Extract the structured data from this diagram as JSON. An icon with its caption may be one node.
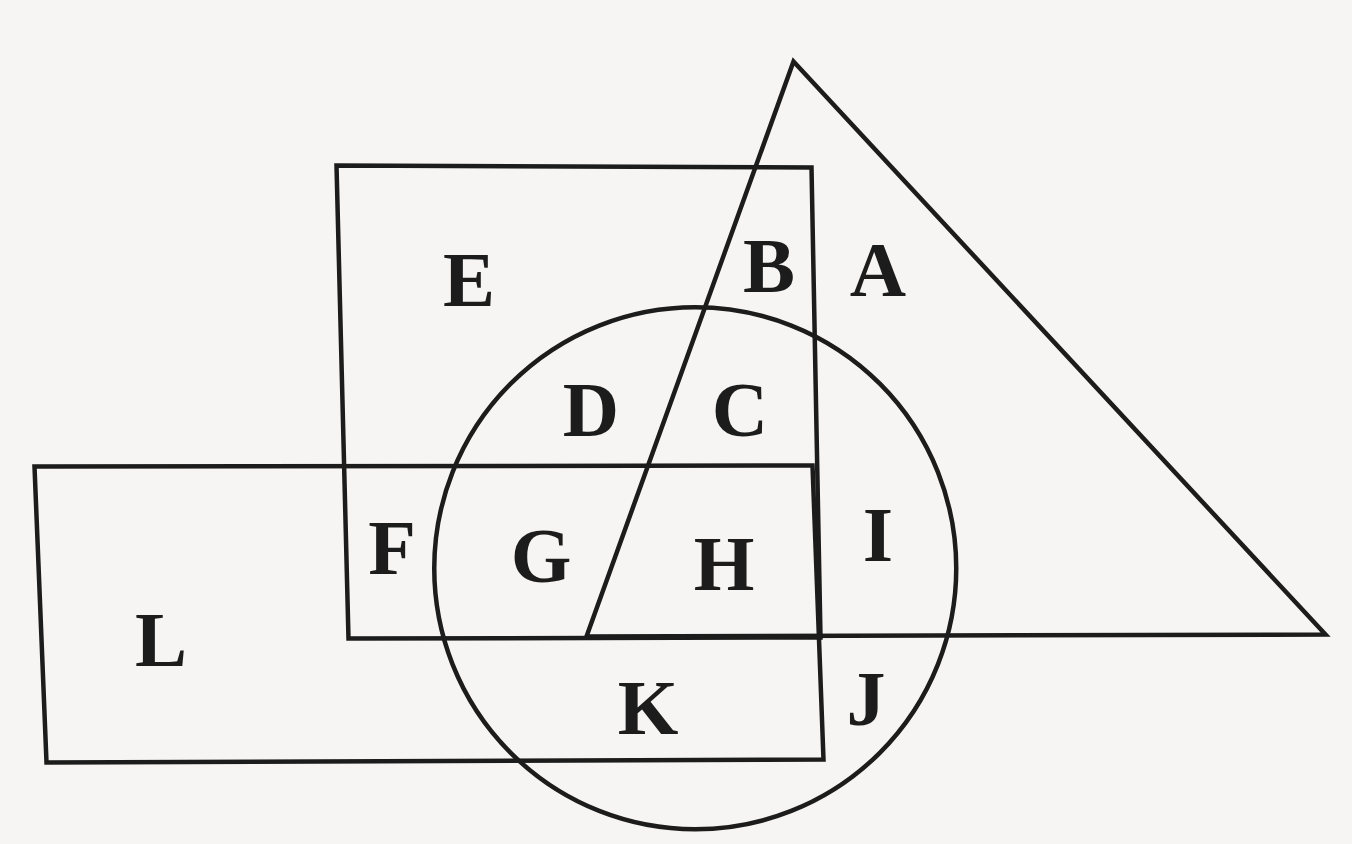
{
  "diagram": {
    "nodes": [
      {
        "text": [],
        "shape": "triangle"
      },
      {
        "text": [],
        "shape": "box"
      },
      {
        "text": [],
        "shape": "circle"
      },
      {
        "text": [],
        "shape": "box"
      }
    ],
    "labels": [
      "E",
      "B",
      "A",
      "D",
      "C",
      "F",
      "G",
      "H",
      "I",
      "L",
      "K",
      "J"
    ]
  }
}
